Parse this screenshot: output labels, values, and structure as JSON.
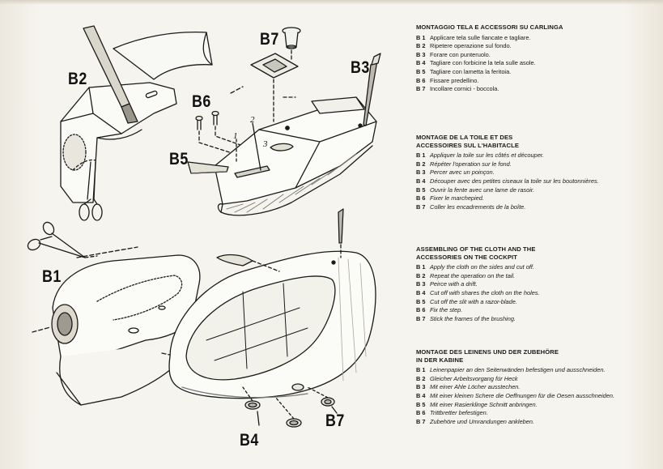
{
  "labels": {
    "b2": "B2",
    "b7_top": "B7",
    "b3": "B3",
    "b6": "B6",
    "b5": "B5",
    "b1": "B1",
    "b4": "B4",
    "b7_bottom": "B7",
    "n1": "1",
    "n2": "2",
    "n3": "3"
  },
  "sections": [
    {
      "title": "MONTAGGIO TELA E ACCESSORI SU CARLINGA",
      "steps": [
        {
          "code": "B 1",
          "text": "Applicare tela sulle fiancate e tagliare."
        },
        {
          "code": "B 2",
          "text": "Ripetere operazione sul fondo."
        },
        {
          "code": "B 3",
          "text": "Forare con punteruolo."
        },
        {
          "code": "B 4",
          "text": "Tagliare con forbicine la tela sulle asole."
        },
        {
          "code": "B 5",
          "text": "Tagliare con lametta la feritoia."
        },
        {
          "code": "B 6",
          "text": "Fissare predellino."
        },
        {
          "code": "B 7",
          "text": "Incollare cornici - boccola."
        }
      ]
    },
    {
      "title": "MONTAGE DE LA TOILE ET DES\nACCESSOIRES SUL L'HABITACLE",
      "steps": [
        {
          "code": "B 1",
          "text": "Appliquer la toile sur les côtés et découper."
        },
        {
          "code": "B 2",
          "text": "Répéter l'operation sur le fond."
        },
        {
          "code": "B 3",
          "text": "Percer avec un poinçon."
        },
        {
          "code": "B 4",
          "text": "Découper avec des petites ciseaux la toile sur les boutonnières."
        },
        {
          "code": "B 5",
          "text": "Ouvrir la fente avec une lame de rasoir."
        },
        {
          "code": "B 6",
          "text": "Fixer le marchepied."
        },
        {
          "code": "B 7",
          "text": "Coller les encadrements de la boîte."
        }
      ]
    },
    {
      "title": "ASSEMBLING OF THE CLOTH AND THE\nACCESSORIES ON THE COCKPIT",
      "steps": [
        {
          "code": "B 1",
          "text": "Apply the cloth on the sides and cut off."
        },
        {
          "code": "B 2",
          "text": "Repeat the operation on the tail."
        },
        {
          "code": "B 3",
          "text": "Peirce with a drift."
        },
        {
          "code": "B 4",
          "text": "Cut off with shares the cloth on the holes."
        },
        {
          "code": "B 5",
          "text": "Cut off the slit with a razor-blade."
        },
        {
          "code": "B 6",
          "text": "Fix the step."
        },
        {
          "code": "B 7",
          "text": "Stick the frames of the brushing."
        }
      ]
    },
    {
      "title": "MONTAGE DES LEINENS UND DER ZUBEHÖRE\nIN DER KABINE",
      "steps": [
        {
          "code": "B 1",
          "text": "Leinenpapier an den Seitenwänden befestigen und ausschneiden."
        },
        {
          "code": "B 2",
          "text": "Gleicher Arbeitsvorgang für Heck"
        },
        {
          "code": "B 3",
          "text": "Mit einer Ahle Löcher ausstechen."
        },
        {
          "code": "B 4",
          "text": "Mit einer kleinen Schere die Oeffnungen für die Oesen ausschneiden."
        },
        {
          "code": "B 5",
          "text": "Mit einer Rasierklinge Schnitt anbringen."
        },
        {
          "code": "B 6",
          "text": "Trittbretter befestigen."
        },
        {
          "code": "B 7",
          "text": "Zubehöre und Umrandungen ankleben."
        }
      ]
    }
  ]
}
